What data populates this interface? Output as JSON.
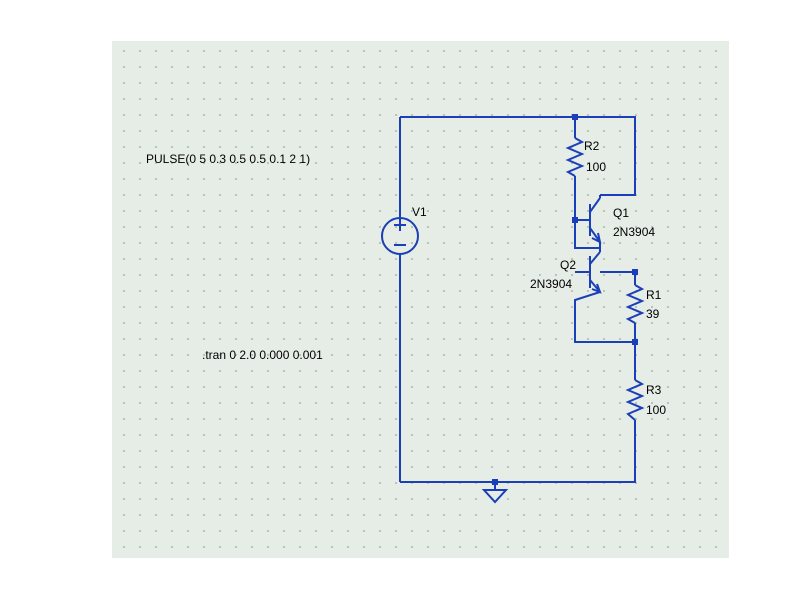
{
  "schematic": {
    "directives": {
      "pulse": "PULSE(0 5 0.3 0.5 0.5 0.1 2 1)",
      "tran": ".tran 0 2.0 0.000 0.001"
    },
    "components": {
      "v1": {
        "name": "V1"
      },
      "r1": {
        "name": "R1",
        "value": "39"
      },
      "r2": {
        "name": "R2",
        "value": "100"
      },
      "r3": {
        "name": "R3",
        "value": "100"
      },
      "q1": {
        "name": "Q1",
        "model": "2N3904"
      },
      "q2": {
        "name": "Q2",
        "model": "2N3904"
      }
    },
    "colors": {
      "wire": "#1a3fb8",
      "canvas": "#e6ede6",
      "grid_dot": "#a9b9a9",
      "text": "#000000"
    }
  }
}
